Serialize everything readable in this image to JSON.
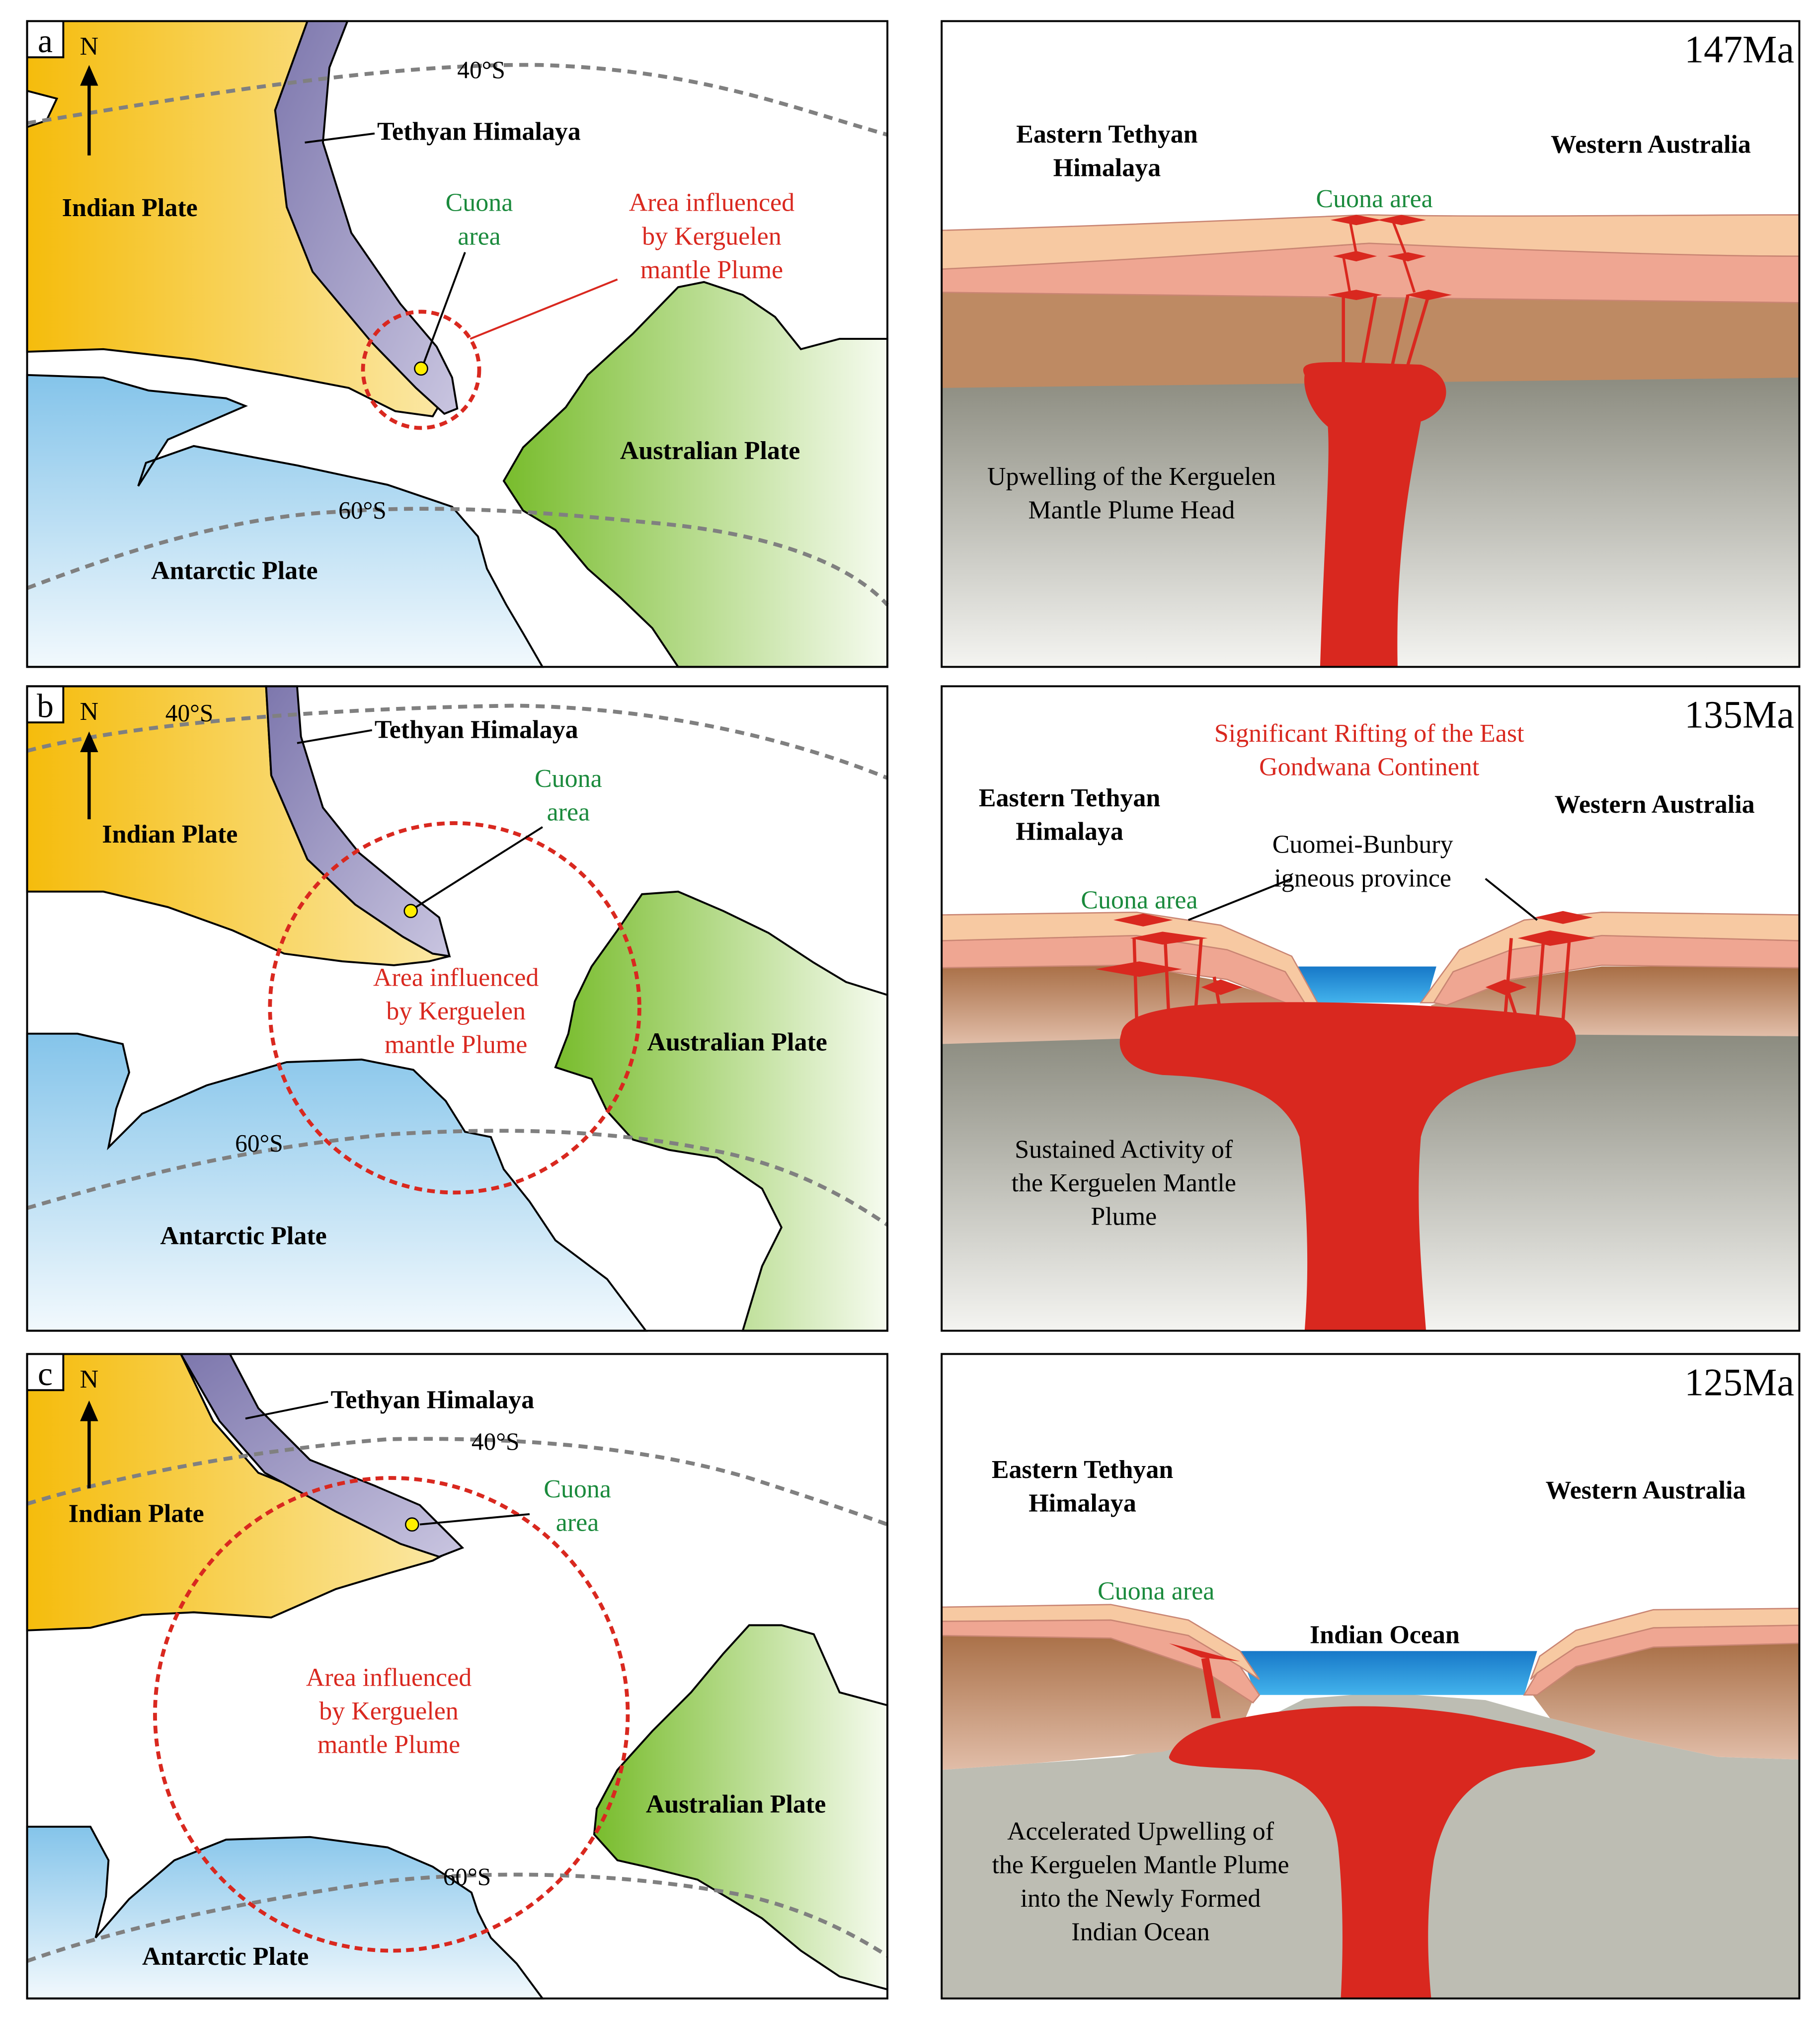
{
  "colors": {
    "indian_plate": "#f5c52a",
    "tethyan_himalaya": "#8c86b8",
    "australian_plate": "#8cc63f",
    "antarctic_plate": "#8fc8ea",
    "plume": "#d9281f",
    "ocean": "#1d95d8",
    "label_green": "#1a8a3c",
    "label_red": "#d9281f",
    "latitude_line": "#808080"
  },
  "maps": [
    {
      "panel_letter": "a",
      "north_label": "N",
      "tethyan_himalaya": "Tethyan Himalaya",
      "indian_plate": "Indian Plate",
      "australian_plate": "Australian Plate",
      "antarctic_plate": "Antarctic Plate",
      "cuona_line1": "Cuona",
      "cuona_line2": "area",
      "plume_line1": "Area influenced",
      "plume_line2": "by Kerguelen",
      "plume_line3": "mantle Plume",
      "lat_north": "40°S",
      "lat_south": "60°S"
    },
    {
      "panel_letter": "b",
      "north_label": "N",
      "tethyan_himalaya": "Tethyan Himalaya",
      "indian_plate": "Indian Plate",
      "australian_plate": "Australian Plate",
      "antarctic_plate": "Antarctic Plate",
      "cuona_line1": "Cuona",
      "cuona_line2": "area",
      "plume_line1": "Area influenced",
      "plume_line2": "by Kerguelen",
      "plume_line3": "mantle Plume",
      "lat_north": "40°S",
      "lat_south": "60°S"
    },
    {
      "panel_letter": "c",
      "north_label": "N",
      "tethyan_himalaya": "Tethyan Himalaya",
      "indian_plate": "Indian Plate",
      "australian_plate": "Australian Plate",
      "antarctic_plate": "Antarctic Plate",
      "cuona_line1": "Cuona",
      "cuona_line2": "area",
      "plume_line1": "Area influenced",
      "plume_line2": "by Kerguelen",
      "plume_line3": "mantle Plume",
      "lat_north": "40°S",
      "lat_south": "60°S"
    }
  ],
  "sections": [
    {
      "age": "147Ma",
      "west_line1": "Eastern Tethyan",
      "west_line2": "Himalaya",
      "east": "Western Australia",
      "cuona": "Cuona area",
      "note_line1": "Upwelling of the Kerguelen",
      "note_line2": "Mantle Plume Head"
    },
    {
      "age": "135Ma",
      "west_line1": "Eastern Tethyan",
      "west_line2": "Himalaya",
      "east": "Western Australia",
      "cuona": "Cuona area",
      "rift_line1": "Significant Rifting of the East",
      "rift_line2": "Gondwana Continent",
      "province_line1": "Cuomei-Bunbury",
      "province_line2": "igneous province",
      "note_line1": "Sustained Activity of",
      "note_line2": "the Kerguelen Mantle",
      "note_line3": "Plume"
    },
    {
      "age": "125Ma",
      "west_line1": "Eastern Tethyan",
      "west_line2": "Himalaya",
      "east": "Western Australia",
      "cuona": "Cuona area",
      "ocean": "Indian Ocean",
      "note_line1": "Accelerated Upwelling of",
      "note_line2": "the Kerguelen Mantle Plume",
      "note_line3": "into the Newly Formed",
      "note_line4": "Indian Ocean"
    }
  ]
}
